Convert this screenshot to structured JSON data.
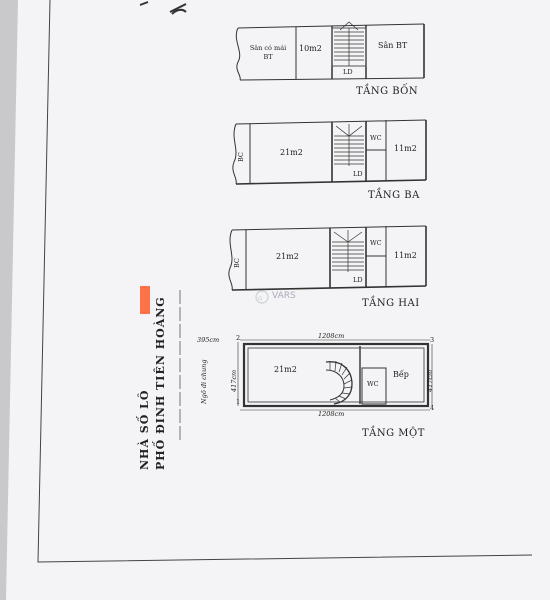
{
  "watermark": "VARS",
  "address": {
    "line1": "NHÀ SỐ LÔ",
    "line2": "PHỐ ĐINH TIÊN HOÀNG"
  },
  "floors": {
    "tang_bon": {
      "title": "TẦNG BỐN",
      "rooms": {
        "san_mai": "Sân có mái BT",
        "area": "10m2",
        "san_bt": "Sân BT",
        "ld": "LD"
      }
    },
    "tang_ba": {
      "title": "TẦNG BA",
      "rooms": {
        "bc": "BC",
        "area_left": "21m2",
        "wc": "WC",
        "area_right": "11m2",
        "ld": "LD"
      }
    },
    "tang_hai": {
      "title": "TẦNG HAI",
      "rooms": {
        "bc": "BC",
        "area_left": "21m2",
        "wc": "WC",
        "area_right": "11m2",
        "ld": "LD"
      }
    },
    "tang_mot": {
      "title": "TẦNG MỘT",
      "rooms": {
        "area": "21m2",
        "wc": "WC",
        "bep": "Bếp"
      },
      "dims": {
        "top": "1208cm",
        "bottom": "1208cm",
        "left": "417cm",
        "right": "417cm",
        "corner": "395cm",
        "alley": "Ngõ đi chung"
      },
      "points": {
        "p1": "1",
        "p2": "2",
        "p3": "3",
        "p4": "4"
      }
    }
  },
  "colors": {
    "paper": "#f5f5f7",
    "ink": "#2a2a2a",
    "redaction": "#ff5a2a"
  }
}
